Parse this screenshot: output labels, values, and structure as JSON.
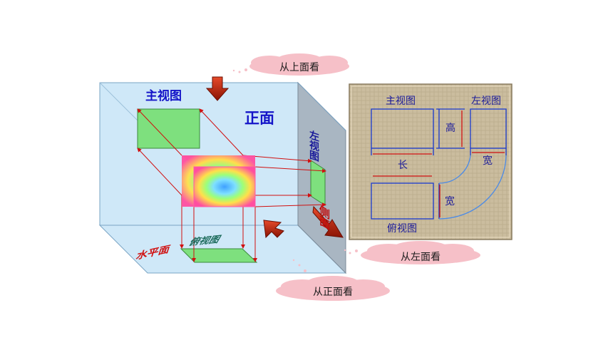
{
  "clouds": {
    "top": "从上面看",
    "left": "从左面看",
    "front": "从正面看"
  },
  "box": {
    "front_view_label": "主视图",
    "front_face_label": "正面",
    "side_view_label": "左视图",
    "side_face_label": "侧面",
    "top_view_label": "俯视图",
    "horizontal_face_label": "水平面"
  },
  "panel": {
    "front_view": "主视图",
    "side_view": "左视图",
    "top_view": "俯视图",
    "height": "高",
    "length": "长",
    "width_top": "宽",
    "width_side": "宽"
  },
  "colors": {
    "wall": "#cfe8f8",
    "side_wall": "#a9b6c2",
    "view_fill": "#7ee07e",
    "arrow": "#c8200a",
    "projection_line": "#d01010",
    "panel_stroke": "#1a3acf",
    "panel_bg": "#c9b99a"
  }
}
